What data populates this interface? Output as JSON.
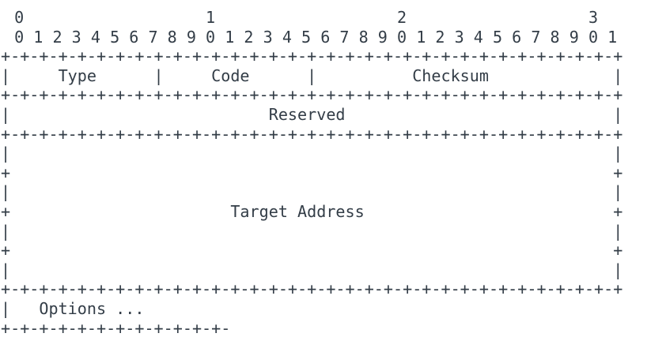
{
  "colors": {
    "background": "#ffffff",
    "text": "#333d47"
  },
  "ruler": {
    "decade_line": " 0                   1                   2                   3",
    "bit_line": " 0 1 2 3 4 5 6 7 8 9 0 1 2 3 4 5 6 7 8 9 0 1 2 3 4 5 6 7 8 9 0 1"
  },
  "diagram": {
    "lines": [
      "+-+-+-+-+-+-+-+-+-+-+-+-+-+-+-+-+-+-+-+-+-+-+-+-+-+-+-+-+-+-+-+-+",
      "|     Type      |     Code      |          Checksum             |",
      "+-+-+-+-+-+-+-+-+-+-+-+-+-+-+-+-+-+-+-+-+-+-+-+-+-+-+-+-+-+-+-+-+",
      "|                           Reserved                            |",
      "+-+-+-+-+-+-+-+-+-+-+-+-+-+-+-+-+-+-+-+-+-+-+-+-+-+-+-+-+-+-+-+-+",
      "|                                                               |",
      "+                                                               +",
      "|                                                               |",
      "+                       Target Address                          +",
      "|                                                               |",
      "+                                                               +",
      "|                                                               |",
      "+-+-+-+-+-+-+-+-+-+-+-+-+-+-+-+-+-+-+-+-+-+-+-+-+-+-+-+-+-+-+-+-+",
      "|   Options ...",
      "+-+-+-+-+-+-+-+-+-+-+-+-"
    ],
    "field_labels": [
      "Type",
      "Code",
      "Checksum",
      "Reserved",
      "Target Address",
      "Options ..."
    ]
  }
}
